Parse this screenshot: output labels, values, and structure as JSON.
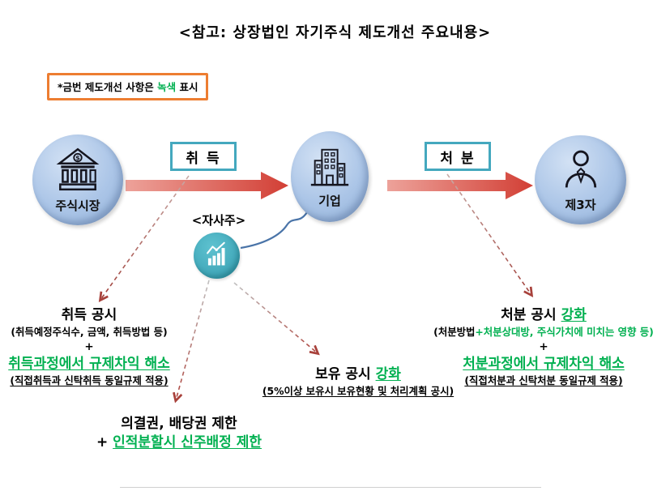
{
  "title": "<참고: 상장법인 자기주식 제도개선 주요내용>",
  "legend_note": {
    "prefix": "*금번 제도개선 사항은 ",
    "highlight": "녹색",
    "suffix": " 표시"
  },
  "nodes": {
    "stock_market": {
      "label": "주식시장",
      "icon": "bank-icon"
    },
    "company": {
      "label": "기업",
      "icon": "building-icon"
    },
    "third_party": {
      "label": "제3자",
      "icon": "person-icon"
    },
    "treasury_stock": {
      "label": "<자사주>",
      "icon": "stock-chart-icon"
    }
  },
  "flow_labels": {
    "acquisition": "취 득",
    "disposal": "처 분"
  },
  "annotations": {
    "acquisition_disclosure": {
      "heading": "취득 공시",
      "detail": "(취득예정주식수, 금액, 취득방법 등)",
      "plus": "+",
      "improvement": "취득과정에서 규제차익 해소",
      "improvement_detail": "(직접취득과 신탁취득 동일규제 적용)"
    },
    "holding_disclosure": {
      "heading": "보유 공시 ",
      "heading_highlight": "강화",
      "detail": "(5%이상 보유시 보유현황 및 처리계획 공시)"
    },
    "disposal_disclosure": {
      "heading": "처분 공시 ",
      "heading_highlight": "강화",
      "detail_black": "(처분방법",
      "detail_green": "+처분상대방, 주식가치에 미치는 영향 등)",
      "plus": "+",
      "improvement": "처분과정에서 규제차익 해소",
      "improvement_detail": "(직접처분과 신탁처분 동일규제 적용)"
    },
    "rights_restriction": {
      "heading": "의결권, 배당권 제한",
      "plus": "+ ",
      "restriction": "인적분할시 신주배정 제한"
    }
  },
  "colors": {
    "improvement_green": "#00B050",
    "note_border_orange": "#ED7D31",
    "flow_box_teal": "#44A8BE",
    "arrow_red": "#D23F35",
    "node_blue": "#ABC5E7",
    "treasury_teal": "#45AEC0"
  }
}
